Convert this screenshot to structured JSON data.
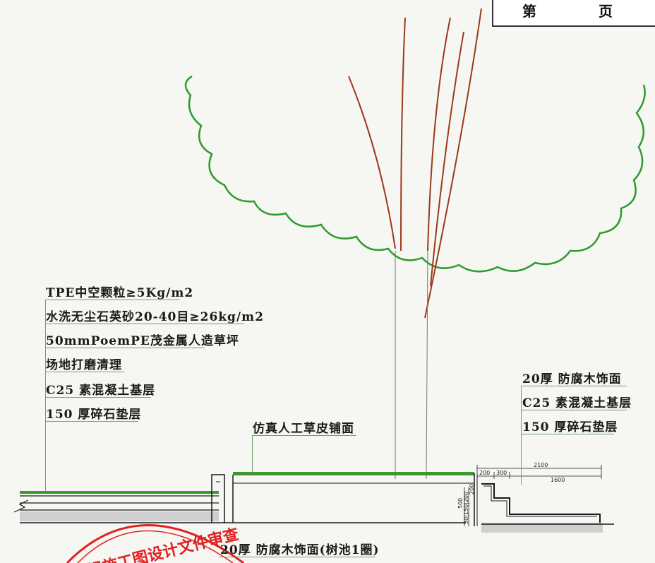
{
  "header": {
    "page_label_a": "第",
    "page_label_b": "页"
  },
  "left_notes": [
    "TPE中空颗粒≥5Kg/m2",
    "水洗无尘石英砂20-40目≥26kg/m2",
    "50mmPoemPE茂金属人造草坪",
    "场地打磨清理",
    "C25 素混凝土基层",
    "150 厚碎石垫层"
  ],
  "center_note": "仿真人工草皮铺面",
  "right_notes": [
    "20厚 防腐木饰面",
    "C25 素混凝土基层",
    "150 厚碎石垫层"
  ],
  "bottom_note": "20厚 防腐木饰面(树池1圈)",
  "dimensions": {
    "top_total": "2100",
    "seg_a": "200",
    "seg_b": "300",
    "seg_c": "1600",
    "vert_a": "500",
    "vert_b": "50|150|200",
    "vert_c": "200"
  },
  "stamp_text": "规施工图设计文件审查",
  "colors": {
    "canopy": "#2e9b2e",
    "trunk": "#9b3a1a",
    "grass": "#3a9a2a",
    "line": "#1a1a1a",
    "stamp": "#e02020"
  }
}
